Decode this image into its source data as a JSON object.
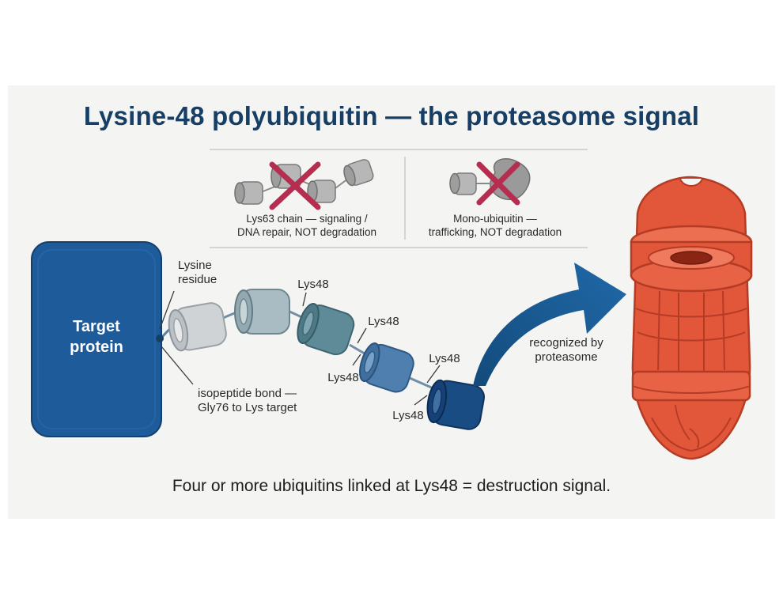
{
  "title": "Lysine-48 polyubiquitin — the proteasome signal",
  "caption": "Four or more ubiquitins linked at Lys48 = destruction signal.",
  "inset_left": {
    "line1": "Lys63 chain — signaling /",
    "line2": "DNA repair, NOT degradation"
  },
  "inset_right": {
    "line1": "Mono-ubiquitin —",
    "line2": "trafficking, NOT degradation"
  },
  "target": {
    "line1": "Target",
    "line2": "protein"
  },
  "labels": {
    "lysine_line1": "Lysine",
    "lysine_line2": "residue",
    "bond_line1": "isopeptide bond —",
    "bond_line2": "Gly76 to Lys target",
    "lys48": "Lys48",
    "recognized_line1": "recognized by",
    "recognized_line2": "proteasome"
  },
  "colors": {
    "title": "#173f66",
    "target_protein": "#1e5b9a",
    "proteasome": "#e2563a",
    "arrow": "#1b5a91",
    "cross": "#b52d4f"
  }
}
